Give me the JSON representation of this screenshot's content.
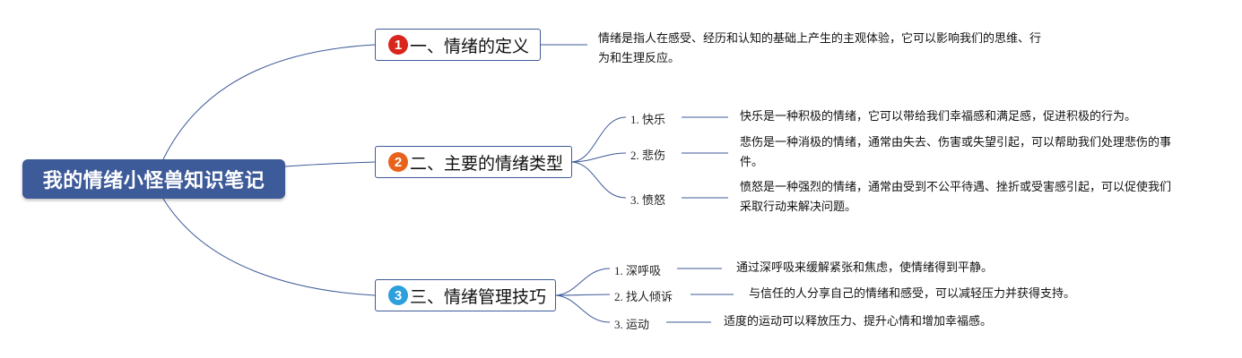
{
  "root": {
    "title": "我的情绪小怪兽知识笔记"
  },
  "topics": [
    {
      "number": "1",
      "label": "一、情绪的定义",
      "badge_color": "#d9261c",
      "note": "情绪是指人在感受、经历和认知的基础上产生的主观体验，它可以影响我们的思维、行为和生理反应。",
      "items": []
    },
    {
      "number": "2",
      "label": "二、主要的情绪类型",
      "badge_color": "#e8621b",
      "items": [
        {
          "label": "1. 快乐",
          "note": "快乐是一种积极的情绪，它可以带给我们幸福感和满足感，促进积极的行为。"
        },
        {
          "label": "2. 悲伤",
          "note": "悲伤是一种消极的情绪，通常由失去、伤害或失望引起，可以帮助我们处理悲伤的事件。"
        },
        {
          "label": "3. 愤怒",
          "note": "愤怒是一种强烈的情绪，通常由受到不公平待遇、挫折或受害感引起，可以促使我们采取行动来解决问题。"
        }
      ]
    },
    {
      "number": "3",
      "label": "三、情绪管理技巧",
      "badge_color": "#2d9fdc",
      "items": [
        {
          "label": "1. 深呼吸",
          "note": "通过深呼吸来缓解紧张和焦虑，使情绪得到平静。"
        },
        {
          "label": "2. 找人倾诉",
          "note": "与信任的人分享自己的情绪和感受，可以减轻压力并获得支持。"
        },
        {
          "label": "3. 运动",
          "note": "适度的运动可以释放压力、提升心情和增加幸福感。"
        }
      ]
    }
  ],
  "colors": {
    "root_fill": "#3d5a99",
    "connector": "#3d5a99"
  }
}
